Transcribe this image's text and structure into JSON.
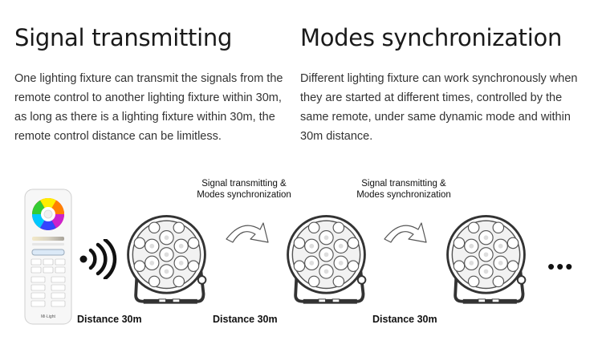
{
  "left": {
    "title": "Signal transmitting",
    "text": "One lighting fixture can transmit the signals from the remote control to another lighting fixture within 30m, as long as there is a lighting fixture within 30m, the remote control distance can be limitless."
  },
  "right": {
    "title": "Modes synchronization",
    "text": "Different lighting fixture can work synchronously when they are started at different times, controlled by the same remote, under same dynamic mode and within 30m distance."
  },
  "captions": [
    {
      "line1": "Signal transmitting &",
      "line2": "Modes synchronization"
    },
    {
      "line1": "Signal transmitting &",
      "line2": "Modes synchronization"
    }
  ],
  "distances": [
    "Distance 30m",
    "Distance 30m",
    "Distance 30m"
  ],
  "more": "•••",
  "remote_brand": "Mi·Light",
  "icons": {
    "remote": "remote-control-icon",
    "signal": "signal-wave-icon",
    "fixture": "spotlight-fixture-icon",
    "arrow": "curved-arrow-icon",
    "more": "ellipsis-icon"
  }
}
